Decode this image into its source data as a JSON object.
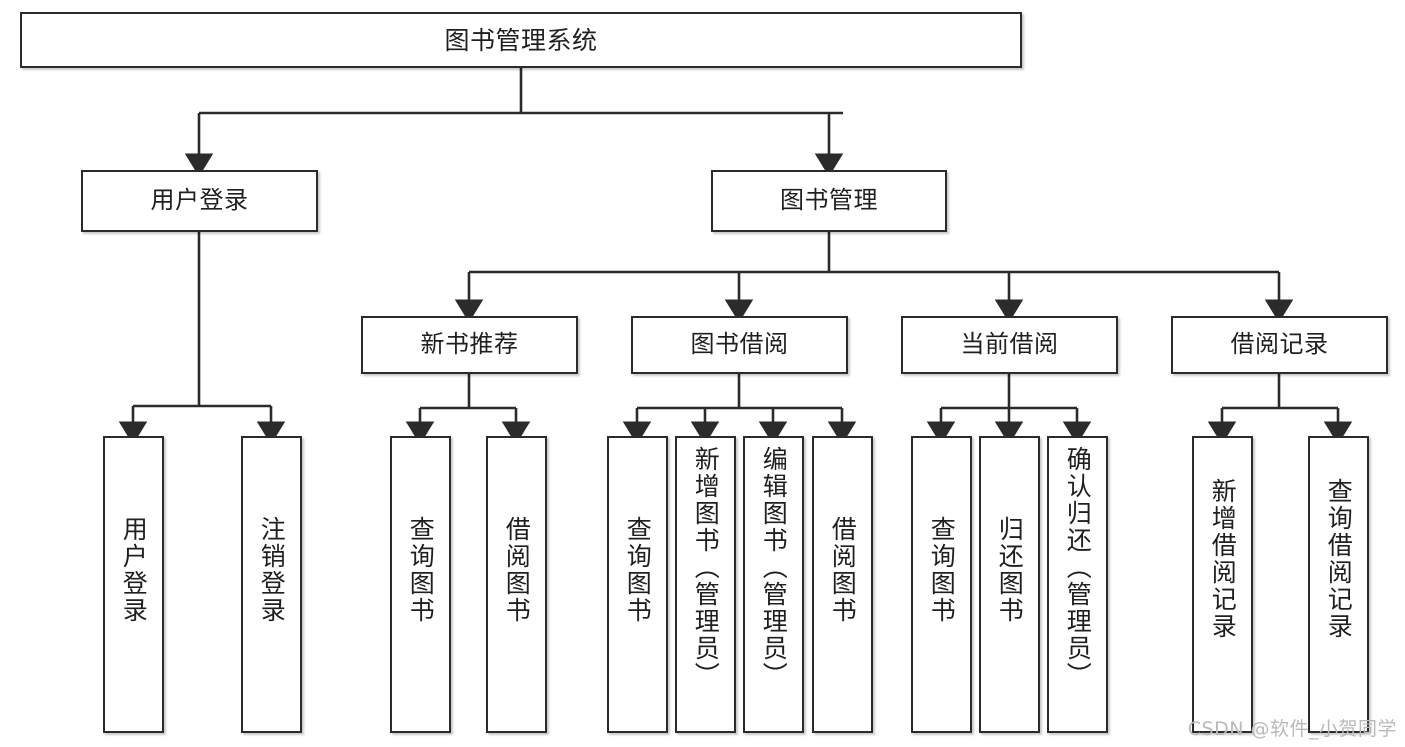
{
  "diagram": {
    "title": "图书管理系统",
    "type": "tree",
    "root": {
      "label": "图书管理系统"
    },
    "level2": [
      {
        "label": "用户登录"
      },
      {
        "label": "图书管理"
      }
    ],
    "level3": [
      {
        "label": "新书推荐"
      },
      {
        "label": "图书借阅"
      },
      {
        "label": "当前借阅"
      },
      {
        "label": "借阅记录"
      }
    ],
    "leaves": [
      {
        "label": "用户登录"
      },
      {
        "label": "注销登录"
      },
      {
        "label": "查询图书"
      },
      {
        "label": "借阅图书"
      },
      {
        "label": "查询图书"
      },
      {
        "label": "新增图书（管理员）"
      },
      {
        "label": "编辑图书（管理员）"
      },
      {
        "label": "借阅图书"
      },
      {
        "label": "查询图书"
      },
      {
        "label": "归还图书"
      },
      {
        "label": "确认归还（管理员）"
      },
      {
        "label": "新增借阅记录"
      },
      {
        "label": "查询借阅记录"
      }
    ],
    "colors": {
      "stroke": "#2b2b2b",
      "fill": "#ffffff",
      "text": "#1f1f1f",
      "watermark": "#b9b9b9"
    }
  },
  "watermark": {
    "text": "CSDN @软件_小贺同学"
  }
}
